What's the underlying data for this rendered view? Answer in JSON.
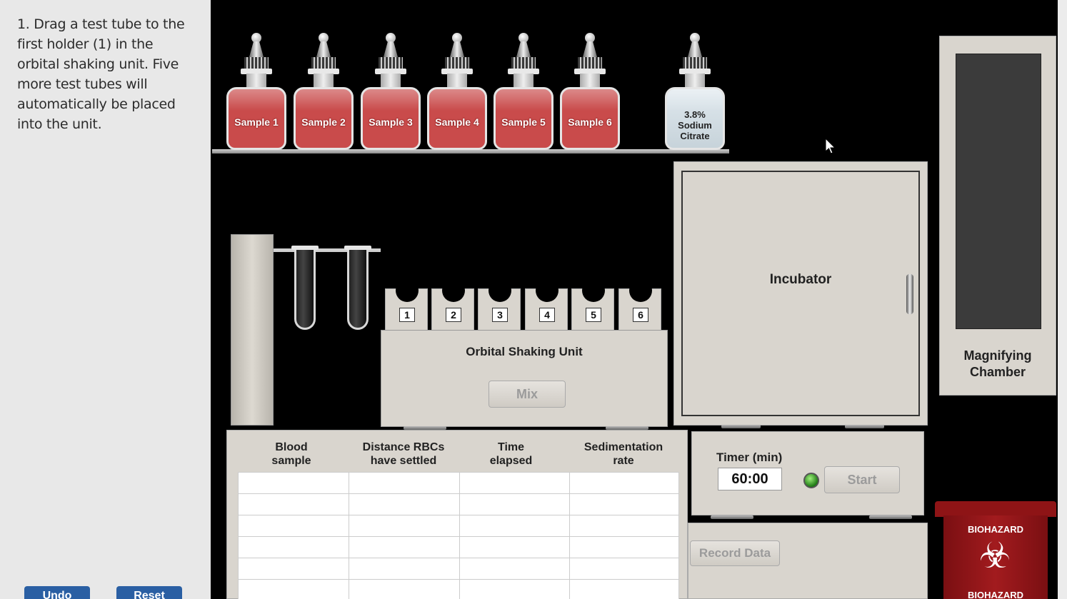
{
  "instructions": {
    "text": "1. Drag a test tube to the first holder (1) in the orbital shaking unit. Five more test tubes will automatically be placed into the unit."
  },
  "nav": {
    "undo_label": "Undo",
    "reset_label": "Reset"
  },
  "bottles": [
    {
      "label": "Sample 1",
      "color": "#c94b4b"
    },
    {
      "label": "Sample 2",
      "color": "#c94b4b"
    },
    {
      "label": "Sample 3",
      "color": "#c94b4b"
    },
    {
      "label": "Sample 4",
      "color": "#c94b4b"
    },
    {
      "label": "Sample 5",
      "color": "#c94b4b"
    },
    {
      "label": "Sample 6",
      "color": "#c94b4b"
    }
  ],
  "citrate_bottle": {
    "line1": "3.8%",
    "line2": "Sodium",
    "line3": "Citrate"
  },
  "shaker": {
    "title": "Orbital Shaking Unit",
    "mix_label": "Mix",
    "holders": [
      "1",
      "2",
      "3",
      "4",
      "5",
      "6"
    ]
  },
  "incubator": {
    "title": "Incubator"
  },
  "magnifier": {
    "title_line1": "Magnifying",
    "title_line2": "Chamber"
  },
  "table": {
    "headers": [
      {
        "line1": "Blood",
        "line2": "sample"
      },
      {
        "line1": "Distance RBCs",
        "line2": "have settled"
      },
      {
        "line1": "Time",
        "line2": "elapsed"
      },
      {
        "line1": "Sedimentation",
        "line2": "rate"
      }
    ]
  },
  "timer": {
    "label": "Timer (min)",
    "value": "60:00",
    "start_label": "Start"
  },
  "record": {
    "label": "Record Data"
  },
  "biohazard": {
    "top_text": "BIOHAZARD",
    "bottom_text": "BIOHAZARD",
    "symbol": "biohazard-icon"
  },
  "colors": {
    "accent_blue": "#2a5fa3",
    "panel": "#d9d5ce",
    "blood_red": "#c94b4b",
    "bin_red": "#8e1416"
  }
}
